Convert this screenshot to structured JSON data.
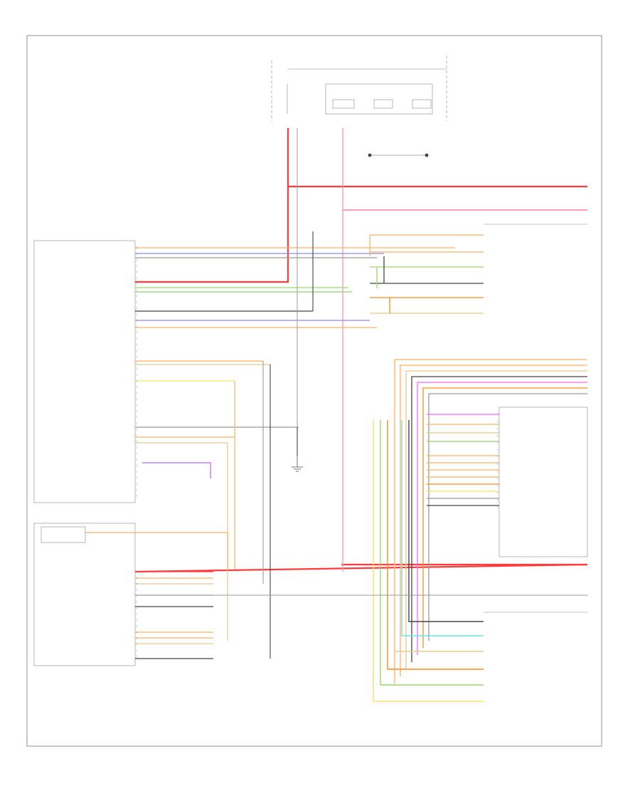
{
  "diagram": {
    "footer_code": "",
    "colors": {
      "red": "#ff3b3b",
      "pink": "#ff9cb0",
      "orange": "#ffb060",
      "dark_orange": "#ff8c1a",
      "green": "#9ad96a",
      "light_green": "#8fd46a",
      "cyan": "#6fe3e3",
      "yellow": "#ffe066",
      "tan": "#e8c88a",
      "purple": "#8c8ce6",
      "grey": "#9a9a9a",
      "black": "#444444",
      "magenta": "#ff66ff",
      "violet": "#b266ff"
    },
    "top_block_label": "",
    "right_note": "",
    "components": [
      {
        "name": "left-module-a",
        "label": ""
      },
      {
        "name": "left-module-b",
        "label": ""
      },
      {
        "name": "right-module-a",
        "label": ""
      },
      {
        "name": "right-module-b",
        "label": ""
      },
      {
        "name": "ground-point",
        "label": ""
      }
    ]
  }
}
